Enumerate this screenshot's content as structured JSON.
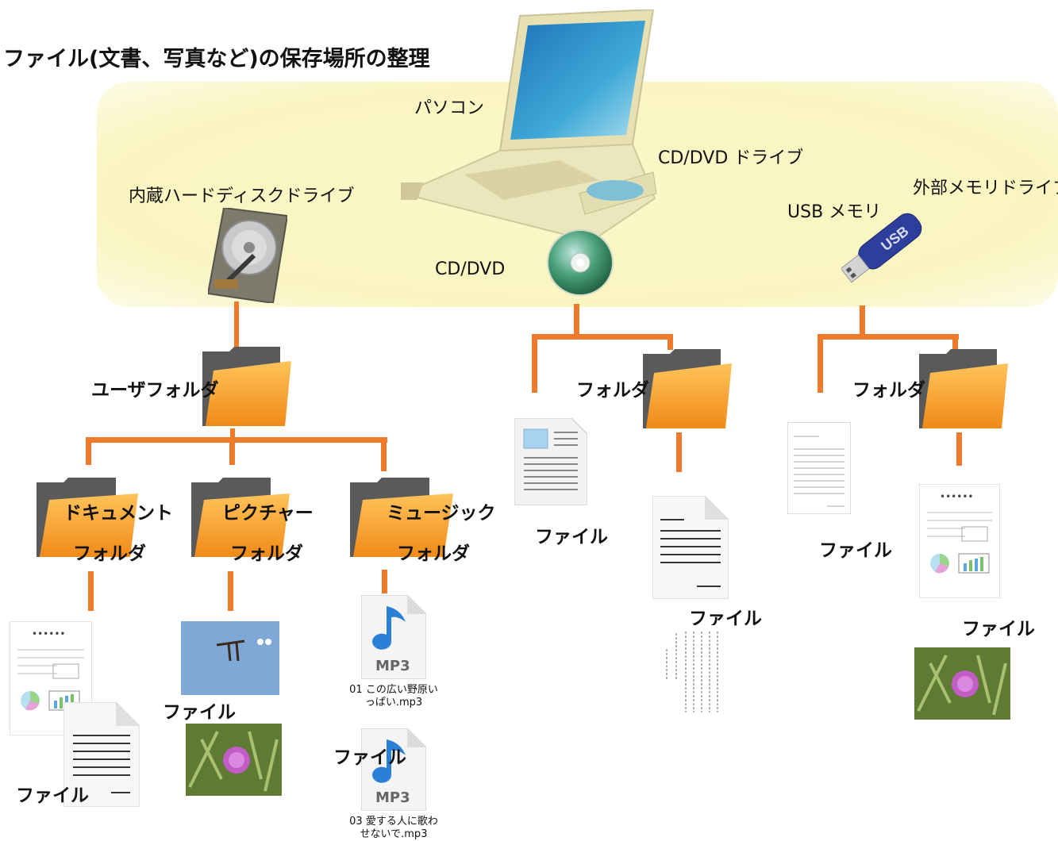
{
  "title": "ファイル(文書、写真など)の保存場所の整理",
  "storage": {
    "pc": "パソコン",
    "cd_drive": "CD/DVD ドライブ",
    "internal_hdd": "内蔵ハードディスクドライブ",
    "external": "外部メモリドライブ",
    "usb": "USB メモリ",
    "disc": "CD/DVD"
  },
  "folders": {
    "user": "ユーザフォルダ",
    "disc_folder": "フォルダ",
    "usb_folder": "フォルダ",
    "doc_line1": "ドキュメント",
    "doc_line2": "フォルダ",
    "pic_line1": "ピクチャー",
    "pic_line2": "フォルダ",
    "music_line1": "ミュージック",
    "music_line2": "フォルダ"
  },
  "files": {
    "file_label": "ファイル",
    "mp3_badge": "MP3",
    "mp3_1": "01 この広い野原い\nっぱい.mp3",
    "mp3_2": "03 愛する人に歌わ\nせないで.mp3",
    "usb_logo": "USB"
  },
  "colors": {
    "connector": "#ee7a2b",
    "band": "#faf5c0",
    "folder_orange": "#f7a33a"
  }
}
